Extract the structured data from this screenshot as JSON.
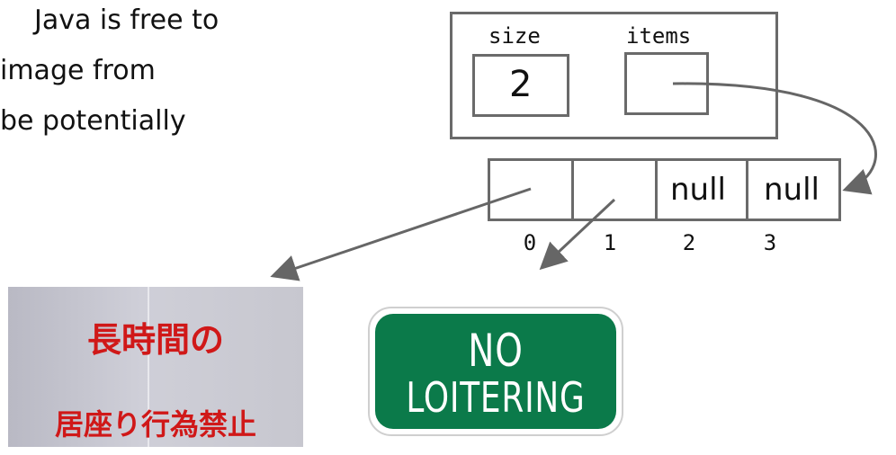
{
  "slide_text": {
    "line1": "Java is free to",
    "line2": "image from",
    "line3": "be potentially"
  },
  "list_object": {
    "size_label": "size",
    "items_label": "items",
    "size_value": "2"
  },
  "array": {
    "cells": [
      {
        "index": "0",
        "value": ""
      },
      {
        "index": "1",
        "value": ""
      },
      {
        "index": "2",
        "value": "null"
      },
      {
        "index": "3",
        "value": "null"
      }
    ]
  },
  "japanese_sign": {
    "line1": "長時間の",
    "line2": "居座り行為禁止"
  },
  "green_sign": {
    "line1": "NO",
    "line2": "LOITERING"
  },
  "colors": {
    "box_border": "#6a6a6a",
    "arrow": "#666666",
    "sign_green": "#0b7a4a",
    "jp_red": "#d01818"
  }
}
